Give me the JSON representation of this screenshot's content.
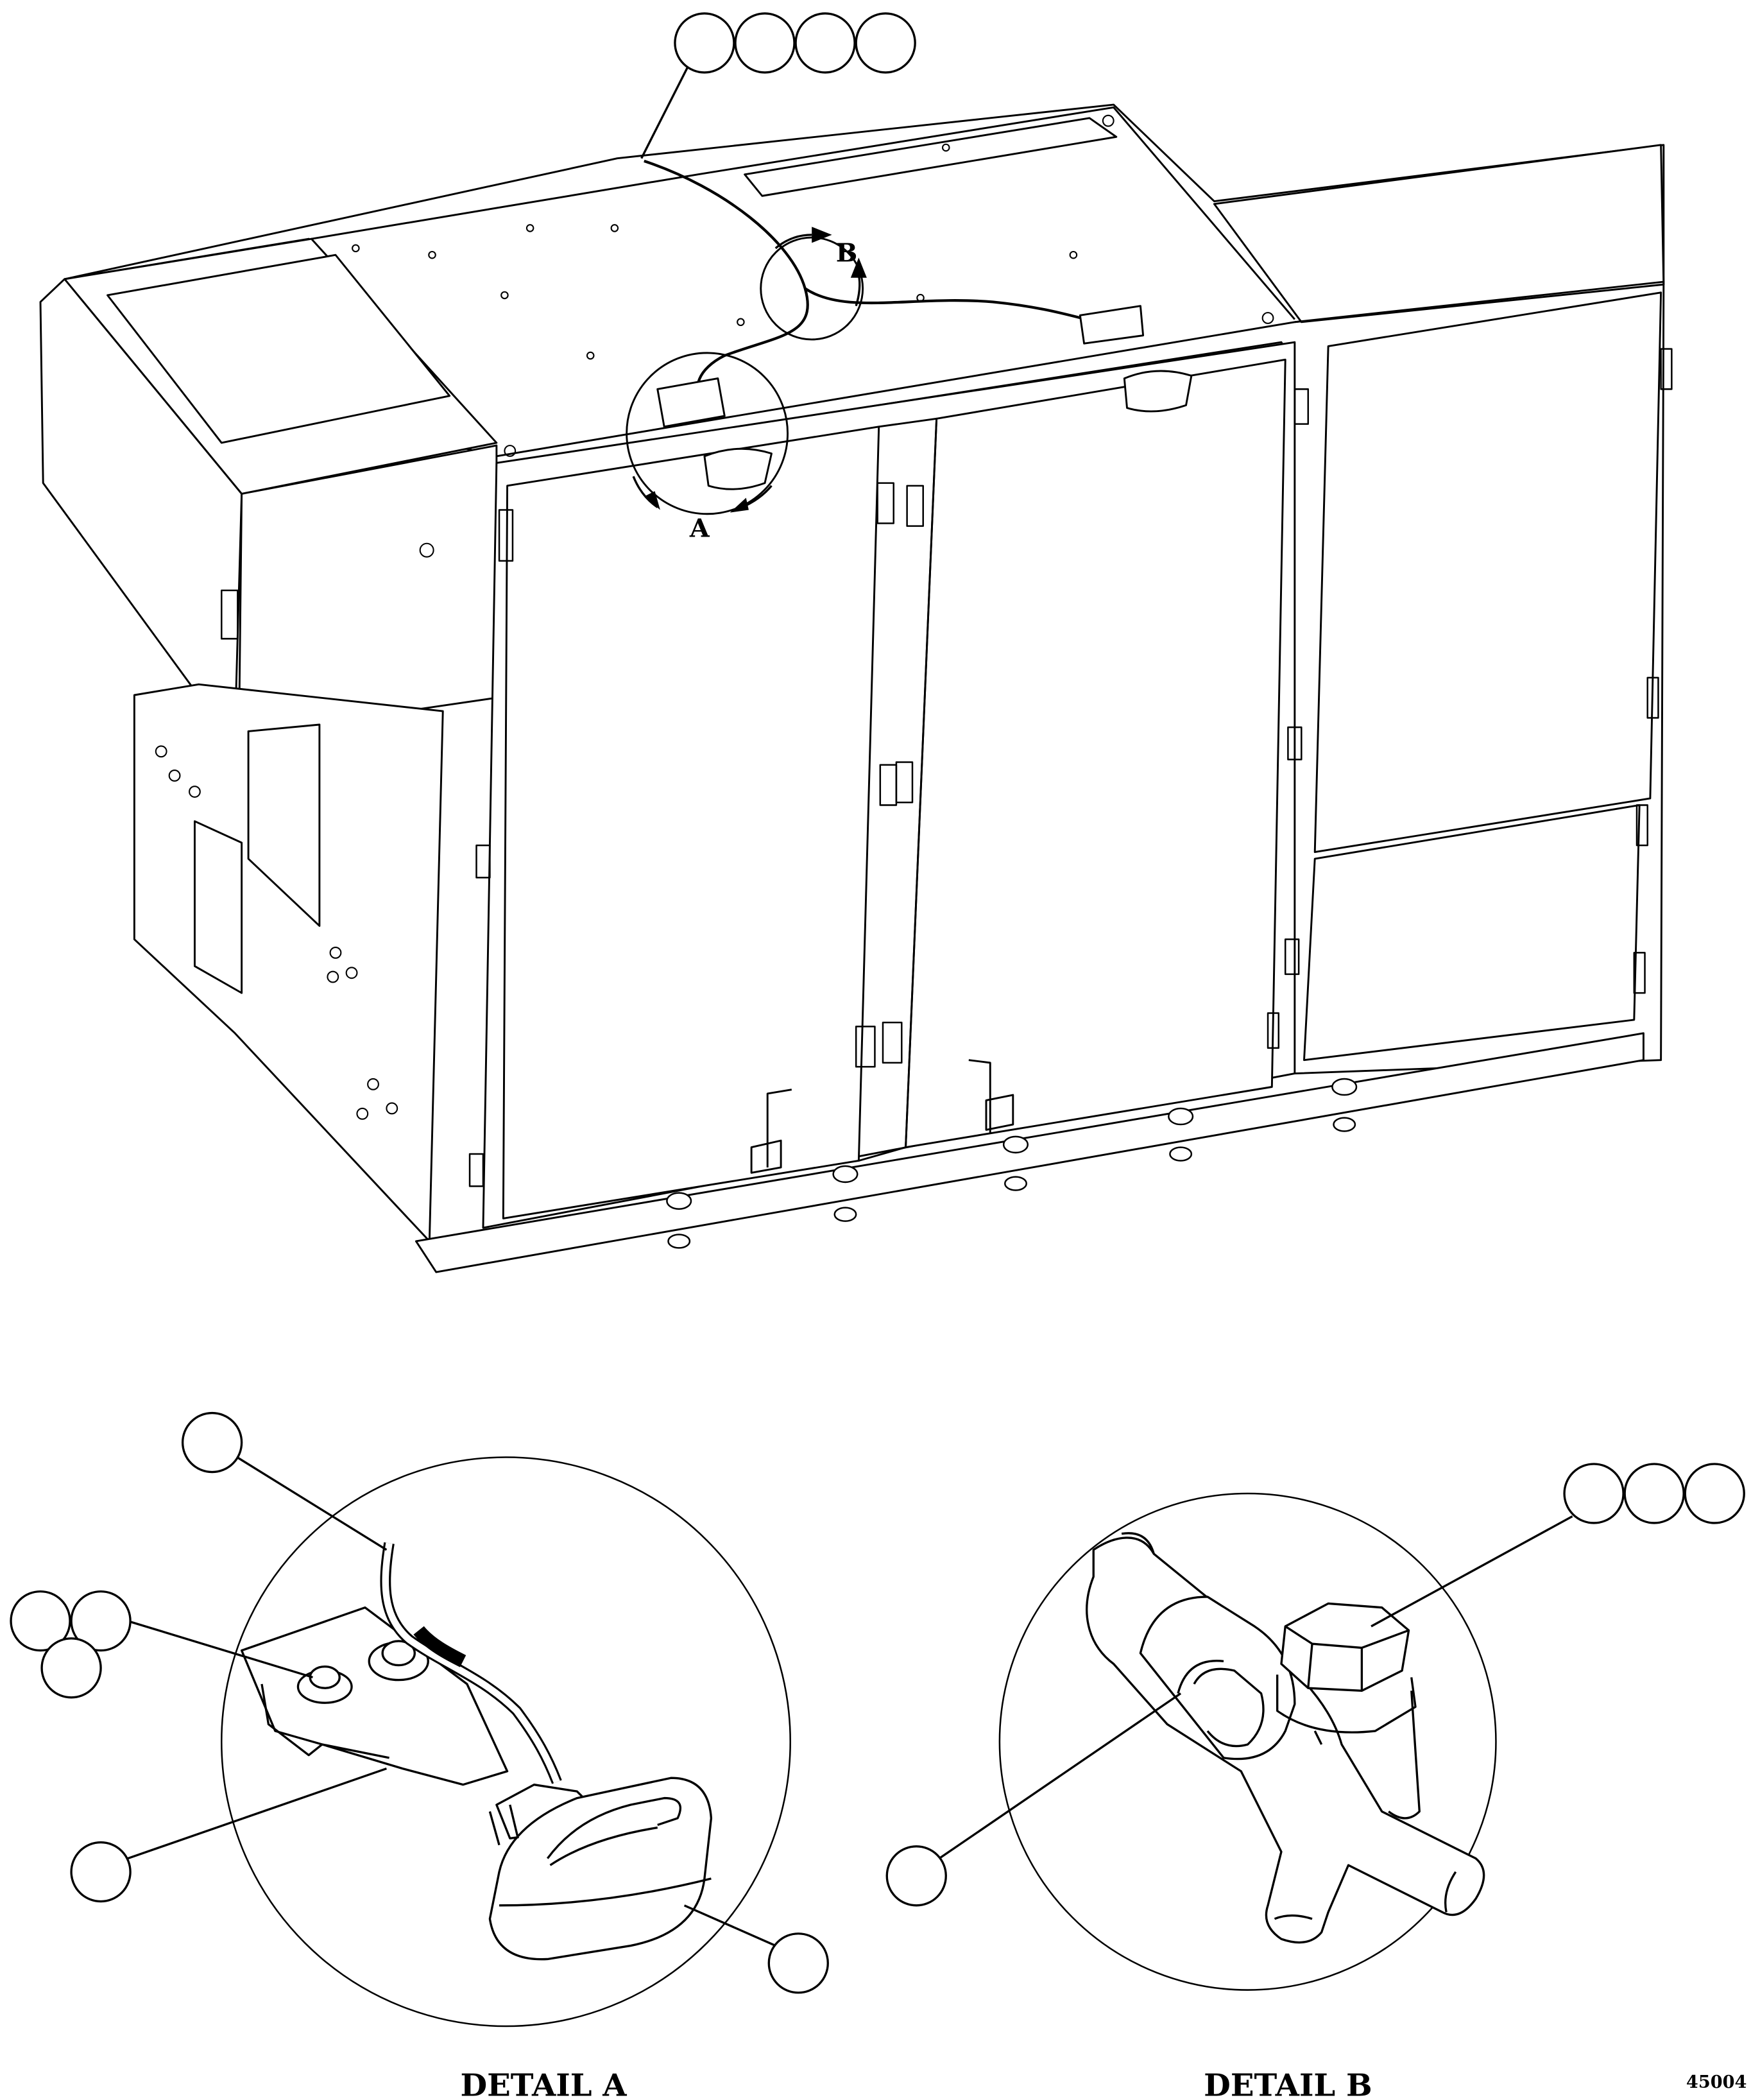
{
  "figure_id": "45004",
  "main_view": {
    "detail_markers": [
      {
        "id": "A",
        "label": "A"
      },
      {
        "id": "B",
        "label": "B"
      }
    ],
    "callout_groups": [
      {
        "id": "top",
        "bubbles": [
          "",
          "",
          "",
          ""
        ]
      }
    ]
  },
  "details": [
    {
      "id": "A",
      "caption": "DETAIL A",
      "callouts": [
        {
          "id": "cable",
          "bubbles": [
            ""
          ]
        },
        {
          "id": "fastener",
          "bubbles": [
            "",
            "",
            ""
          ]
        },
        {
          "id": "bracket",
          "bubbles": [
            ""
          ]
        },
        {
          "id": "light",
          "bubbles": [
            ""
          ]
        }
      ]
    },
    {
      "id": "B",
      "caption": "DETAIL B",
      "callouts": [
        {
          "id": "bolt",
          "bubbles": [
            "",
            "",
            ""
          ]
        },
        {
          "id": "clamp",
          "bubbles": [
            ""
          ]
        }
      ]
    }
  ]
}
